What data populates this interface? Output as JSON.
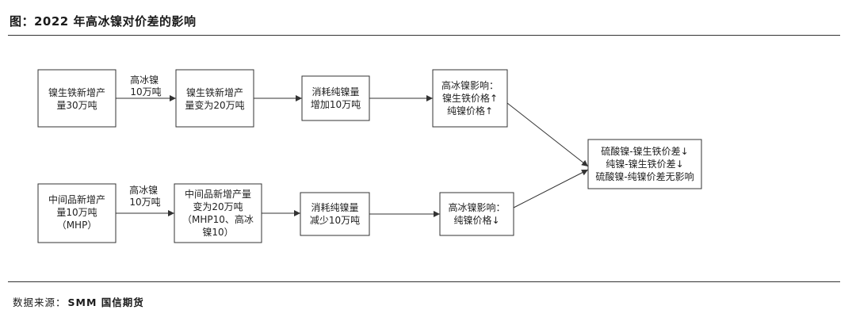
{
  "header": {
    "title": "图：2022 年高冰镍对价差的影响"
  },
  "diagram": {
    "nodes": {
      "n1": {
        "lines": [
          "镍生铁新增产",
          "量30万吨"
        ]
      },
      "n2": {
        "lines": [
          "镍生铁新增产",
          "量变为20万吨"
        ]
      },
      "n3": {
        "lines": [
          "消耗纯镍量",
          "增加10万吨"
        ]
      },
      "n4": {
        "lines": [
          "高冰镍影响：",
          "镍生铁价格↑",
          "纯镍价格↑"
        ]
      },
      "n5": {
        "lines": [
          "中间品新增产",
          "量10万吨",
          "（MHP）"
        ]
      },
      "n6": {
        "lines": [
          "中间品新增产量",
          "变为20万吨",
          "（MHP10、高冰",
          "镍10）"
        ]
      },
      "n7": {
        "lines": [
          "消耗纯镍量",
          "减少10万吨"
        ]
      },
      "n8": {
        "lines": [
          "高冰镍影响：",
          "纯镍价格↓"
        ]
      },
      "n9": {
        "lines": [
          "硫酸镍-镍生铁价差↓",
          "纯镍-镍生铁价差↓",
          "硫酸镍-纯镍价差无影响"
        ]
      }
    },
    "edge_labels": {
      "e1": [
        "高冰镍",
        "10万吨"
      ],
      "e2": [
        "高冰镍",
        "10万吨"
      ]
    }
  },
  "footer": {
    "source_label": "数据来源：",
    "source_value": "SMM  国信期货"
  }
}
